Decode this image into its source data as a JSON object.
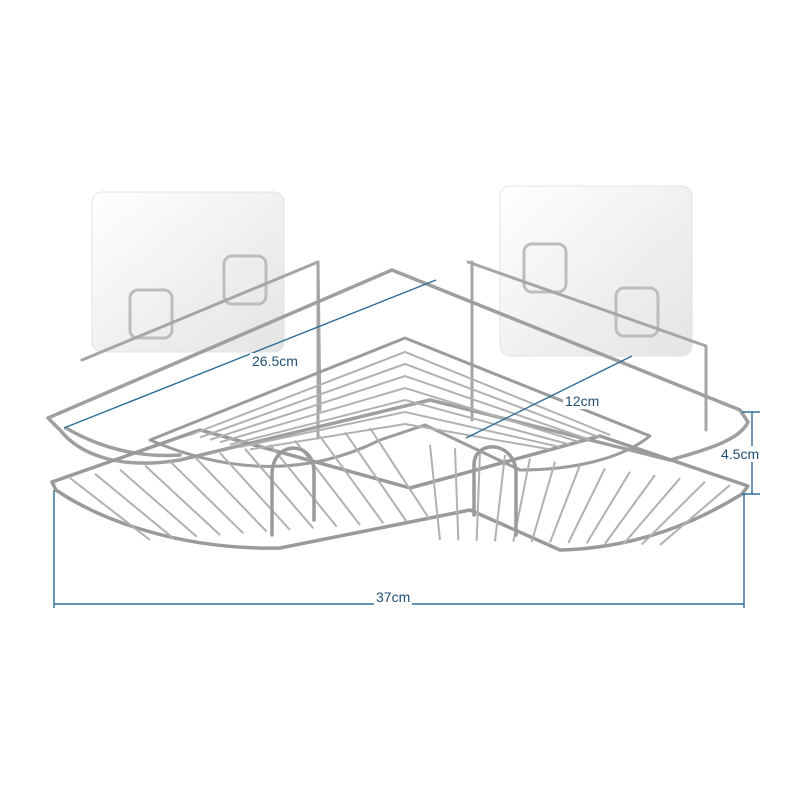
{
  "dimensions": {
    "width": "26.5cm",
    "depth": "12cm",
    "height": "4.5cm",
    "length": "37cm"
  },
  "colors": {
    "wire": "#a9a9a9",
    "wire_dark": "#7d7d7d",
    "dimension_line": "#2e6e97",
    "adhesive_pad": "#f3f3f3"
  }
}
